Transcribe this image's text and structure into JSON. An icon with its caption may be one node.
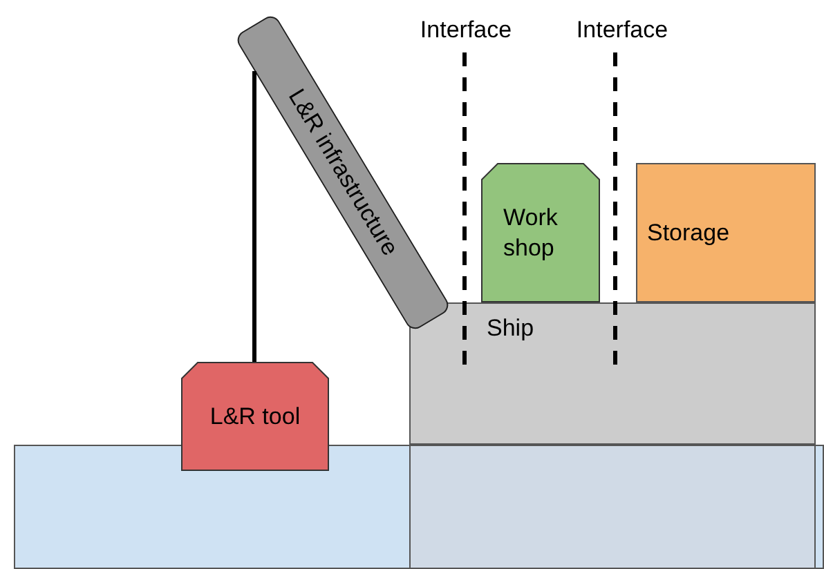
{
  "diagram": {
    "nodes": [
      {
        "text": [
          "L&R infrastructure"
        ]
      },
      {
        "text": [
          "L&R tool"
        ]
      },
      {
        "text": [
          "Work shop"
        ]
      },
      {
        "text": [
          "Storage"
        ]
      },
      {
        "text": [
          "Ship"
        ]
      },
      {
        "text": [],
        "shape": "box"
      },
      {
        "text": [],
        "shape": "box",
        "in": 5
      }
    ],
    "edges": [
      {
        "from": 0,
        "to": 1,
        "arrow": "none"
      }
    ],
    "labels": [
      "Interface",
      "Interface"
    ]
  }
}
